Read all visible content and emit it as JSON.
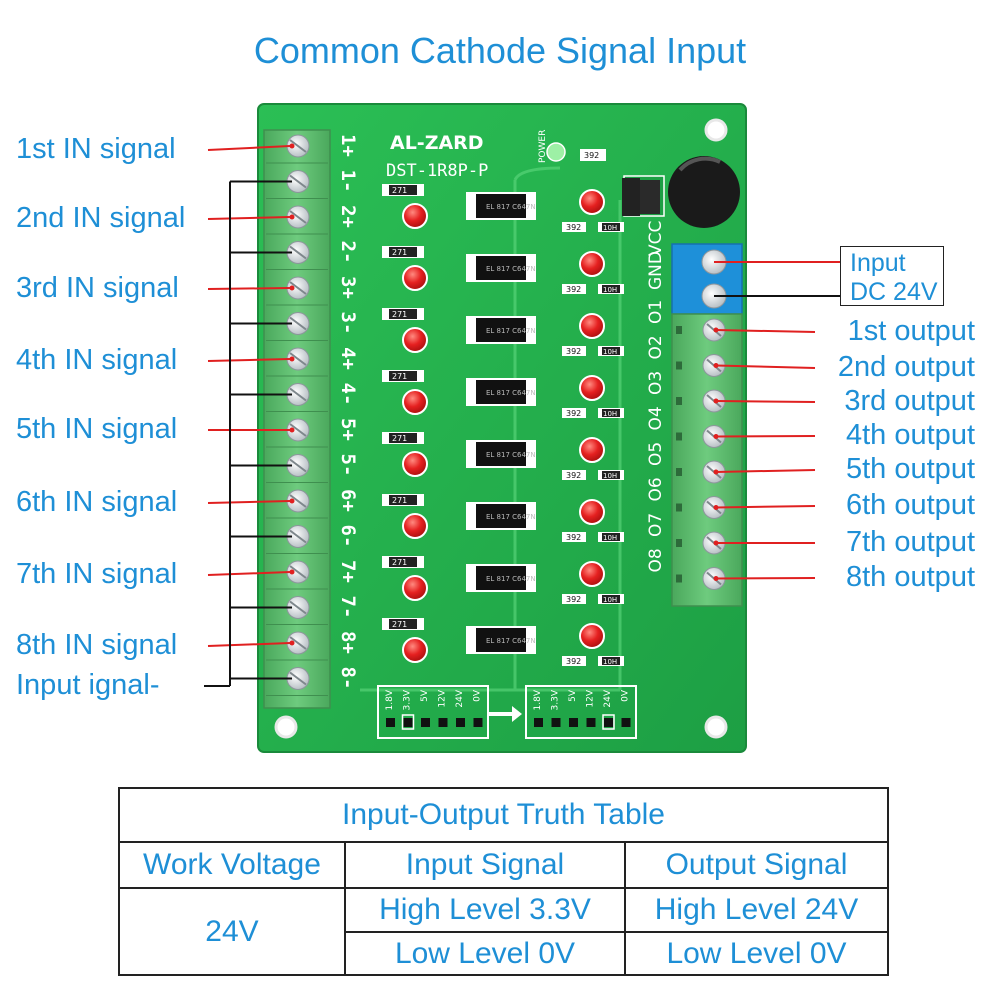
{
  "title": "Common Cathode Signal Input",
  "board": {
    "brand": "AL-ZARD",
    "model": "DST-1R8P-P",
    "power_label": "POWER",
    "terminal_left": [
      "1+",
      "1-",
      "2+",
      "2-",
      "3+",
      "3-",
      "4+",
      "4-",
      "5+",
      "5-",
      "6+",
      "6-",
      "7+",
      "7-",
      "8+",
      "8-"
    ],
    "terminal_right": [
      "VCC",
      "GND",
      "O1",
      "O2",
      "O3",
      "O4",
      "O5",
      "O6",
      "O7",
      "O8"
    ],
    "resistor_code": "392",
    "resistor_code_2": "271",
    "resistor_code_3": "10H",
    "optocoupler_code": "EL 817 C647N",
    "voltage_options": [
      "1.8V",
      "3.3V",
      "5V",
      "12V",
      "24V",
      "0V"
    ],
    "colors": {
      "pcb": "#22b24c",
      "terminal": "#59b86b",
      "blue_terminal": "#1e90d9",
      "led": "#e02020"
    }
  },
  "left_labels": [
    "1st IN signal",
    "2nd IN signal",
    "3rd IN signal",
    "4th IN signal",
    "5th IN signal",
    "6th IN signal",
    "7th IN signal",
    "8th IN signal",
    "Input ignal-"
  ],
  "power_input": {
    "line1": "Input",
    "line2": "DC 24V"
  },
  "right_labels": [
    "1st output",
    "2nd output",
    "3rd output",
    "4th output",
    "5th output",
    "6th output",
    "7th output",
    "8th output"
  ],
  "truth_table": {
    "title": "Input-Output Truth Table",
    "headers": [
      "Work Voltage",
      "Input Signal",
      "Output Signal"
    ],
    "work_voltage": "24V",
    "rows": [
      {
        "input": "High Level 3.3V",
        "output": "High Level 24V"
      },
      {
        "input": "Low Level 0V",
        "output": "Low Level 0V"
      }
    ]
  }
}
